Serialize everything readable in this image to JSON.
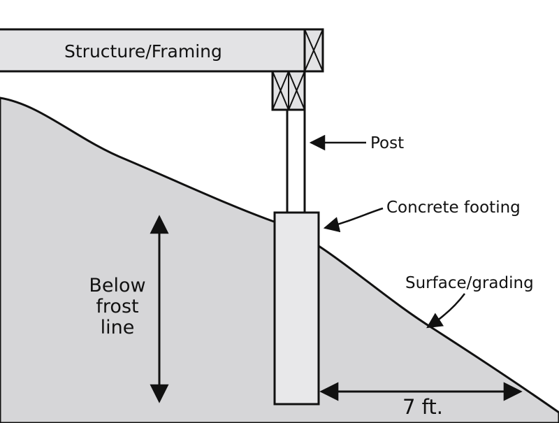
{
  "labels": {
    "structure": "Structure/Framing",
    "post": "Post",
    "footing": "Concrete footing",
    "surface": "Surface/grading",
    "frost_line_1": "Below",
    "frost_line_2": "frost",
    "frost_line_3": "line",
    "distance": "7 ft."
  },
  "colors": {
    "ground": "#d6d6d8",
    "wood": "#e3e3e5",
    "footing": "#e8e8ea",
    "stroke": "#111111"
  }
}
